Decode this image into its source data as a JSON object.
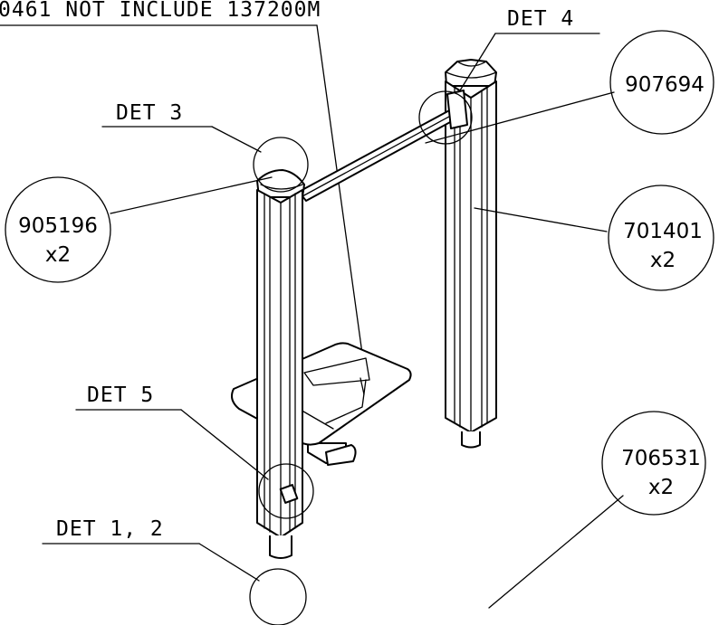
{
  "note": "0461 NOT INCLUDE 137200M",
  "details": {
    "det3": "DET 3",
    "det4": "DET 4",
    "det5": "DET 5",
    "det12": "DET 1, 2"
  },
  "callouts": {
    "c907694": {
      "part": "907694",
      "qty": ""
    },
    "c905196": {
      "part": "905196",
      "qty": "x2"
    },
    "c701401": {
      "part": "701401",
      "qty": "x2"
    },
    "c706531": {
      "part": "706531",
      "qty": "x2"
    }
  }
}
